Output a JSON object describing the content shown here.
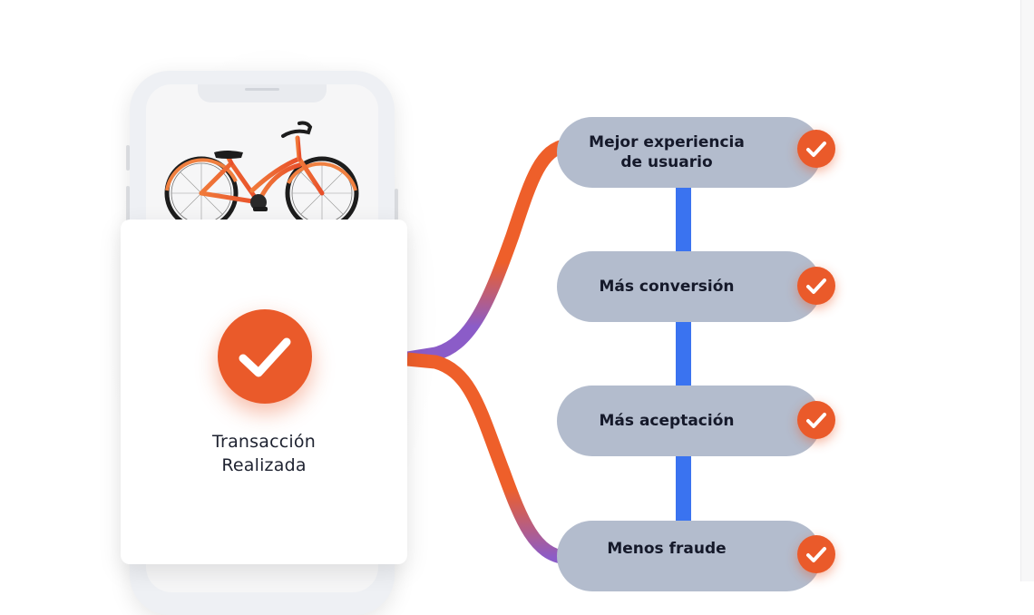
{
  "colors": {
    "accent": "#ea5a2a",
    "pill": "#b3bccd",
    "connector_blue": "#3a73f0",
    "connector_purple": "#8b5cc8"
  },
  "card": {
    "icon": "check-circle-icon",
    "line1": "Transacción",
    "line2": "Realizada"
  },
  "phone": {
    "image": "orange-bicycle-image"
  },
  "benefits": [
    {
      "line1": "Mejor experiencia",
      "line2": "de usuario",
      "icon": "check-circle-icon"
    },
    {
      "line1": "Más conversión",
      "line2": "",
      "icon": "check-circle-icon"
    },
    {
      "line1": "Más aceptación",
      "line2": "",
      "icon": "check-circle-icon"
    },
    {
      "line1": "Menos fraude",
      "line2": "",
      "icon": "check-circle-icon"
    }
  ]
}
